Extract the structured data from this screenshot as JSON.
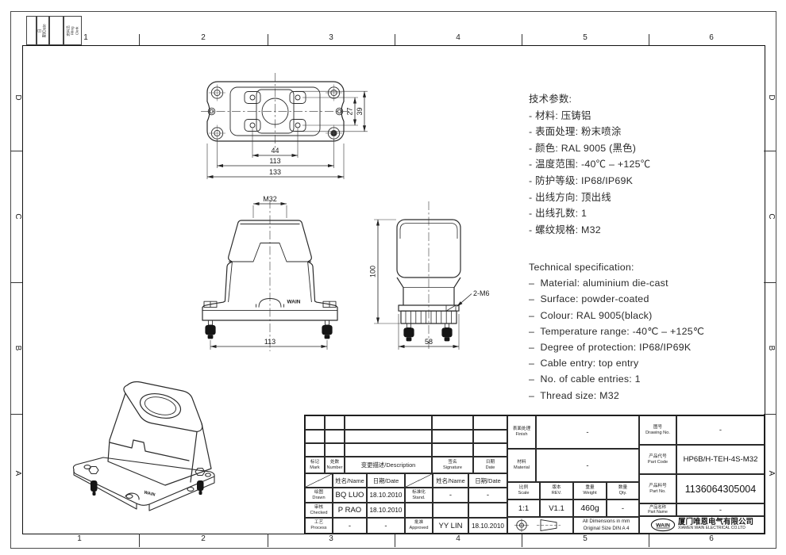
{
  "colors": {
    "paper": "#ffffff",
    "line": "#2b2b2b",
    "frame": "#111111",
    "dim_text": "#1a1a1a"
  },
  "frame": {
    "top_zones": [
      "1",
      "2",
      "3",
      "4",
      "5",
      "6"
    ],
    "bottom_zones": [
      "1",
      "2",
      "3",
      "4",
      "5",
      "6"
    ],
    "left_zones": [
      "D",
      "C",
      "B",
      "A"
    ],
    "right_zones": [
      "D",
      "C",
      "B",
      "A"
    ],
    "filing": {
      "date": "日期/Date",
      "clerk": "资料员\nFiling Clerk"
    }
  },
  "specs_cn": {
    "title": "技术参数:",
    "items": [
      "- 材料: 压铸铝",
      "- 表面处理: 粉末喷涂",
      "- 颜色: RAL 9005 (黑色)",
      "- 温度范围: -40℃ – +125℃",
      "- 防护等级: IP68/IP69K",
      "- 出线方向: 顶出线",
      "- 出线孔数: 1",
      "- 螺纹规格: M32"
    ]
  },
  "specs_en": {
    "title": "Technical specification:",
    "items": [
      "–  Material: aluminium die-cast",
      "–  Surface: powder-coated",
      "–  Colour: RAL 9005(black)",
      "–  Temperature range: -40℃ – +125℃",
      "–  Degree of protection: IP68/IP69K",
      "–  Cable entry: top entry",
      "–  No. of cable entries: 1",
      "–  Thread size: M32"
    ]
  },
  "views": {
    "top": {
      "dim_width_inner": "44",
      "dim_width_holes": "113",
      "dim_width_overall": "133",
      "dim_height_inner": "27",
      "dim_height_outer": "39"
    },
    "front": {
      "dim_thread": "M32",
      "dim_bolt_span": "113",
      "brand": "WAIN"
    },
    "side": {
      "dim_height": "100",
      "dim_width": "58",
      "callout": "2-M6"
    },
    "iso": {
      "brand": "WAIN"
    }
  },
  "title_block": {
    "revision": {
      "col_headers": {
        "mark": "标记\nMark",
        "number": "处数\nNumber",
        "description": "变更描述/Description",
        "signature": "签名\nSignature",
        "date": "日期\nDate"
      },
      "sub_headers": {
        "name": "姓名/Name",
        "date": "日期/Date"
      },
      "drawn": {
        "label": "绘图\nDrawn",
        "name": "BQ LUO",
        "date": "18.10.2010"
      },
      "standardized": {
        "label": "标准化\nStand.",
        "name": "-",
        "date": "-"
      },
      "checked": {
        "label": "审核\nChecked",
        "name": "P RAO",
        "date": "18.10.2010"
      },
      "process": {
        "label": "工艺\nProcess",
        "name": "-",
        "date": "-"
      },
      "approved": {
        "label": "批准\nApproved",
        "name": "YY LIN",
        "date": "18.10.2010"
      }
    },
    "info": {
      "finish": {
        "label": "表面处理\nFinish",
        "value": "-"
      },
      "material": {
        "label": "材料\nMaterial",
        "value": "-"
      },
      "scale": {
        "label": "比例\nScale",
        "value": "1:1"
      },
      "rev": {
        "label": "版本\nREV.",
        "value": "V1.1"
      },
      "weight": {
        "label": "重量\nWeight",
        "value": "460g"
      },
      "qty": {
        "label": "数量\nQty.",
        "value": "-"
      },
      "note_line1": "All Dimensions in mm",
      "note_line2": "Original Size DIN A 4"
    },
    "part": {
      "drawing_no": {
        "label": "图号\nDrawing No.",
        "value": "-"
      },
      "part_code": {
        "label": "产品代号\nPart Code",
        "value": "HP6B/H-TEH-4S-M32"
      },
      "part_no": {
        "label": "产品料号\nPart No.",
        "value": "1136064305004"
      },
      "part_name": {
        "label": "产品名称\nPart Name",
        "value": "-"
      }
    },
    "company": {
      "logo": "WAIN",
      "name_cn": "厦门唯恩电气有限公司",
      "name_en": "XIAMEN WAIN ELECTRICAL CO.LTD"
    }
  }
}
